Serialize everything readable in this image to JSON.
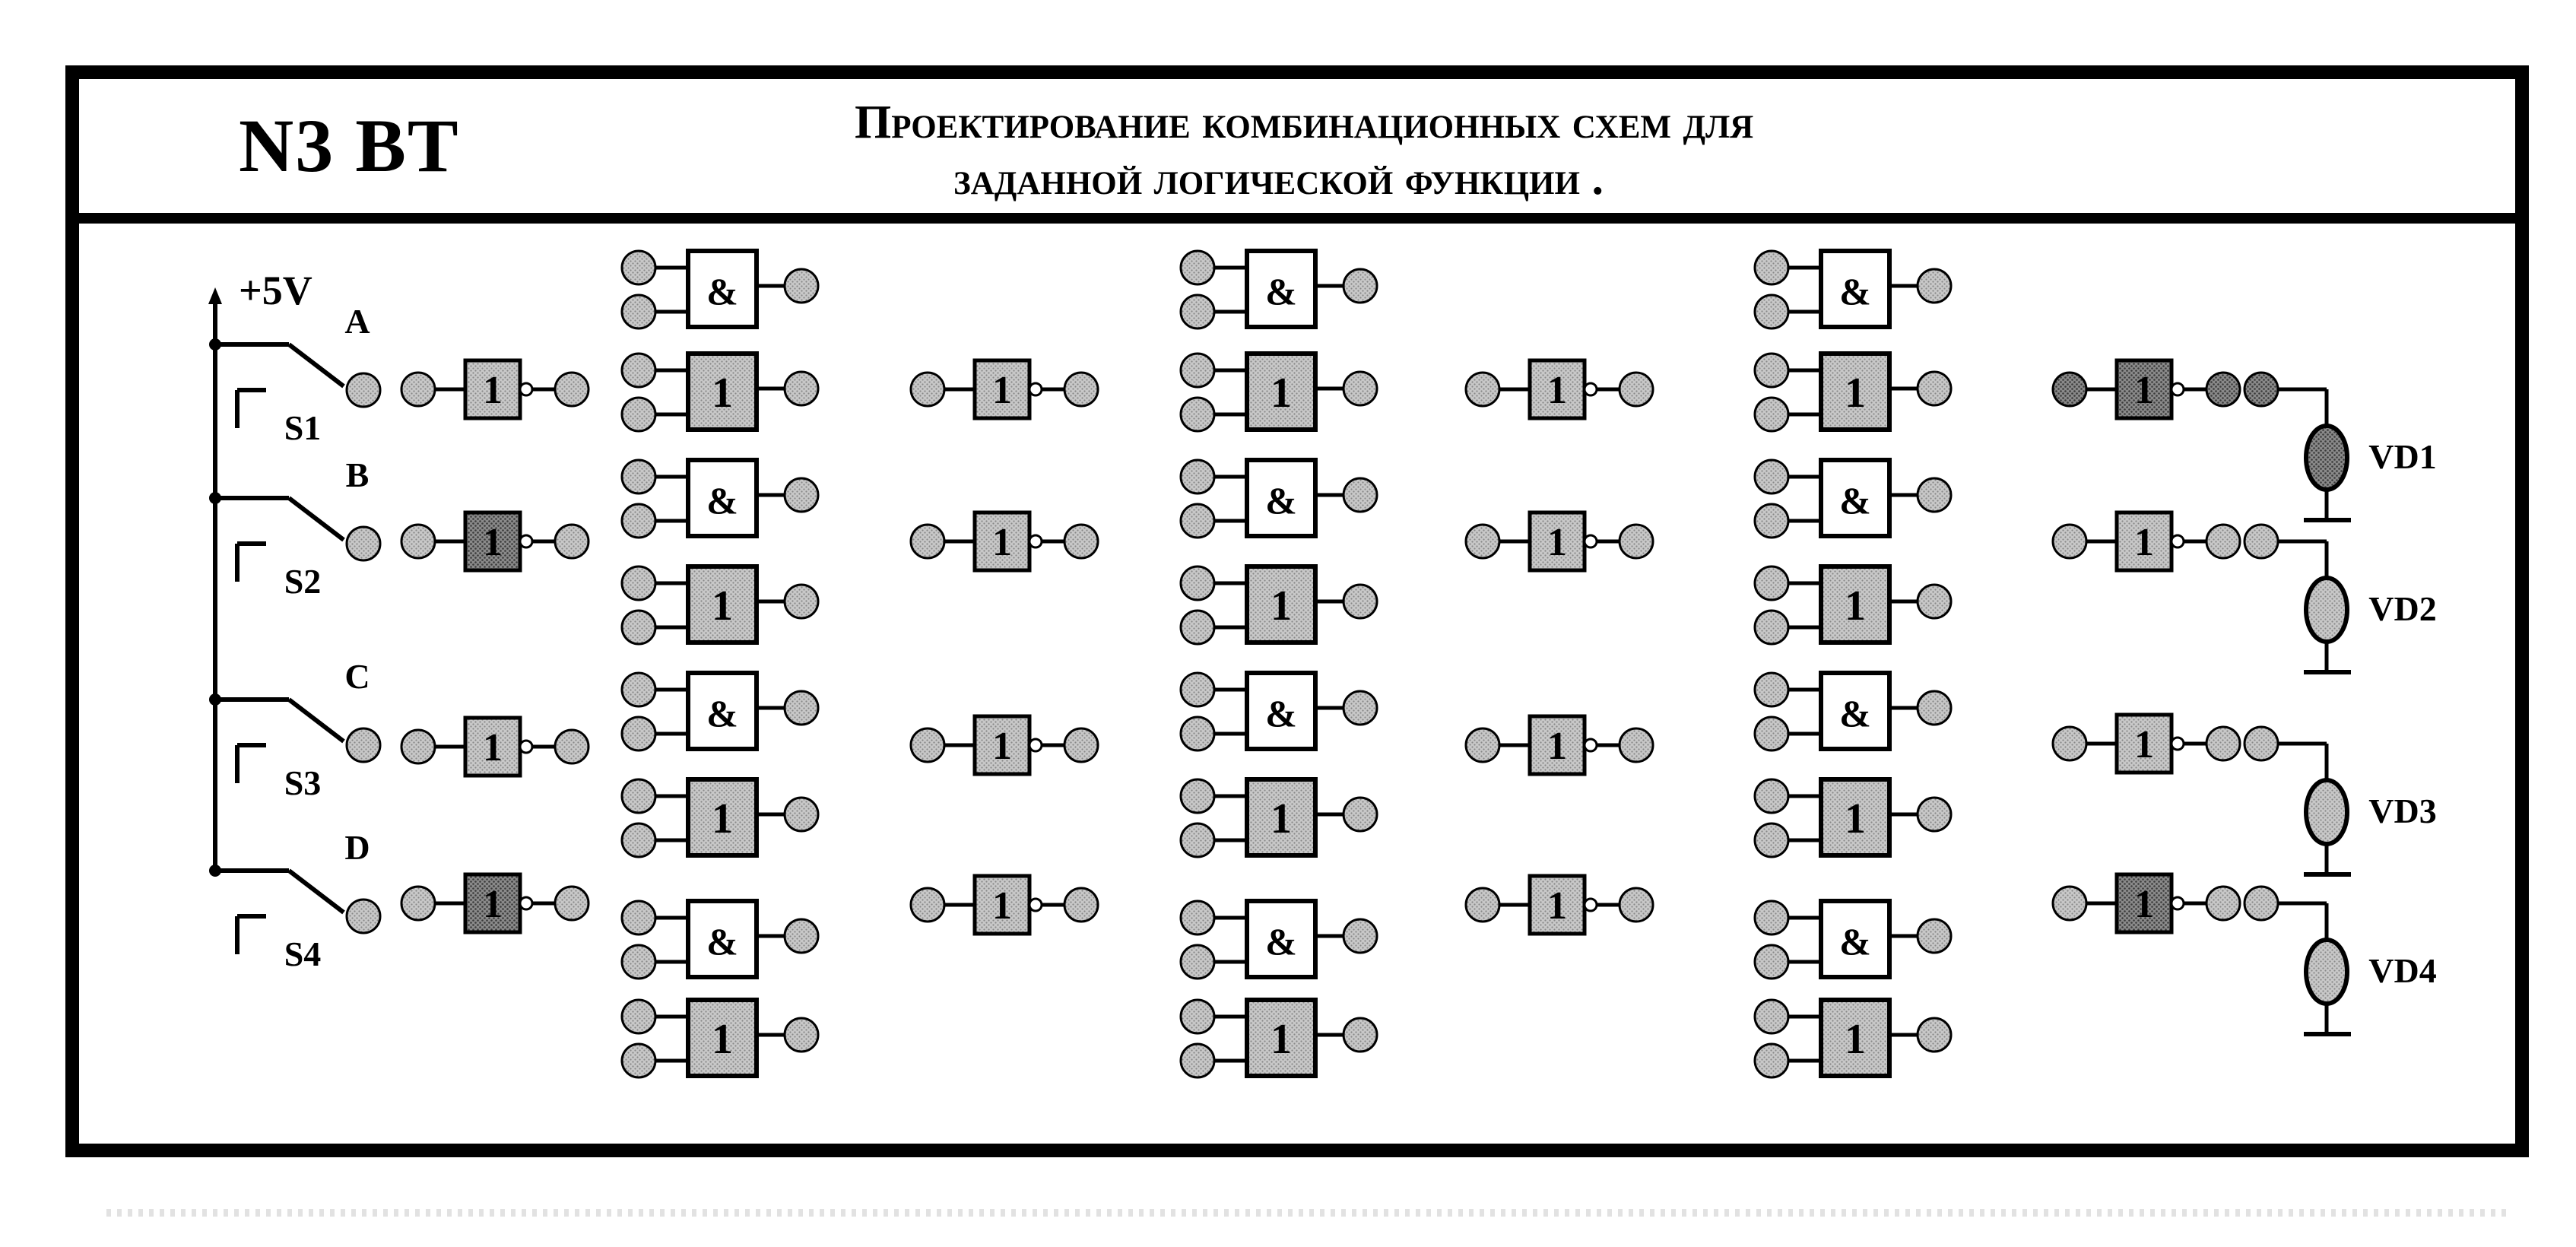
{
  "header": {
    "code": "N3 BT",
    "title_line1": "Проектирование комбинационных схем для",
    "title_line2": "заданной логической функции ."
  },
  "supply": {
    "label": "+5V"
  },
  "switches": [
    {
      "input": "A",
      "name": "S1"
    },
    {
      "input": "B",
      "name": "S2"
    },
    {
      "input": "C",
      "name": "S3"
    },
    {
      "input": "D",
      "name": "S4"
    }
  ],
  "gate_symbols": {
    "and": "&",
    "or": "1",
    "not": "1"
  },
  "indicators": [
    "VD1",
    "VD2",
    "VD3",
    "VD4"
  ],
  "colors": {
    "frame": "#000000",
    "terminal": "#b8b8b8",
    "gate_fill": "#a8a8a8",
    "gate_fill_dark": "#6f6f6f",
    "and_fill": "#ffffff"
  }
}
